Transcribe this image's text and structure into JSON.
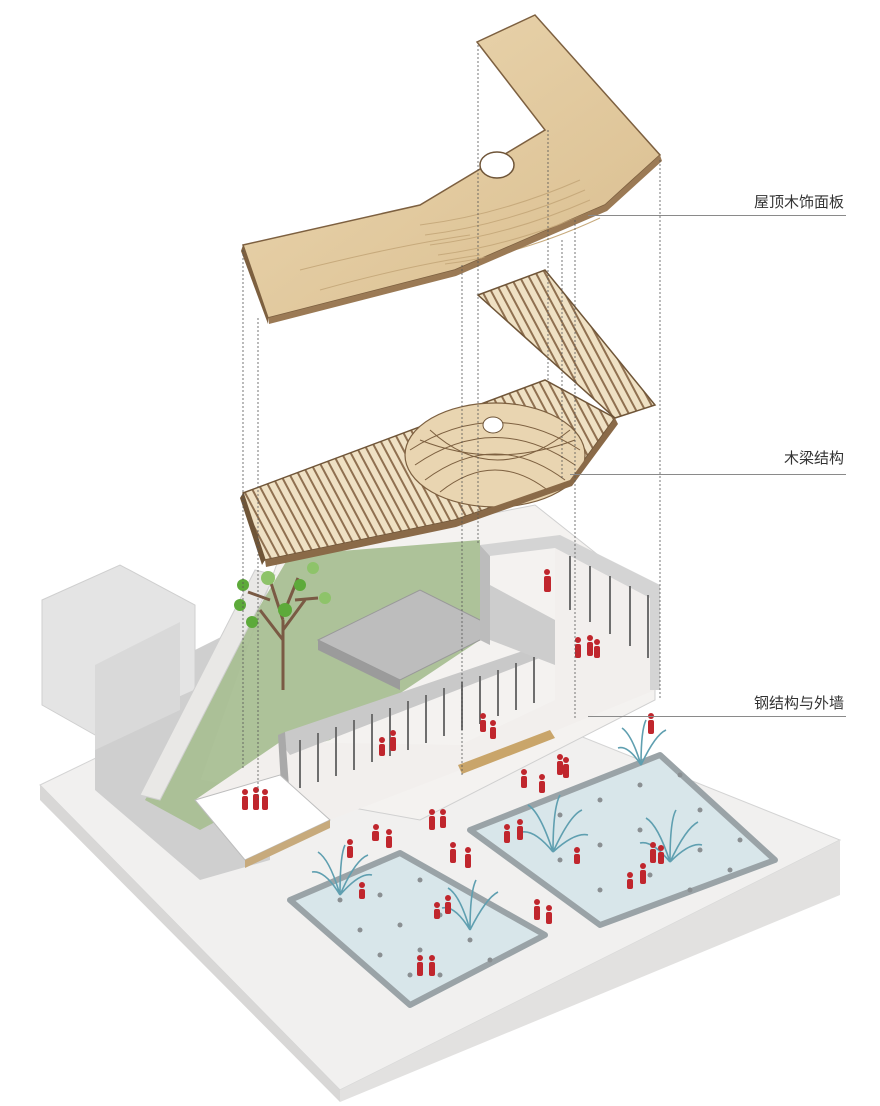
{
  "labels": {
    "roof_panel": "屋顶木饰面板",
    "timber_beam": "木梁结构",
    "steel_wall": "钢结构与外墙"
  },
  "colors": {
    "wood": "#e6cfa4",
    "wood_dark": "#c7aa7c",
    "ground": "#ecebea",
    "grass": "#a9bf93",
    "water": "#d8e6ea",
    "people": "#c0262d",
    "tree_leaf": "#5daa3a",
    "wall": "#cfcfcf"
  },
  "icons": [
    "tree-icon",
    "fountain-icon",
    "person-icon"
  ]
}
